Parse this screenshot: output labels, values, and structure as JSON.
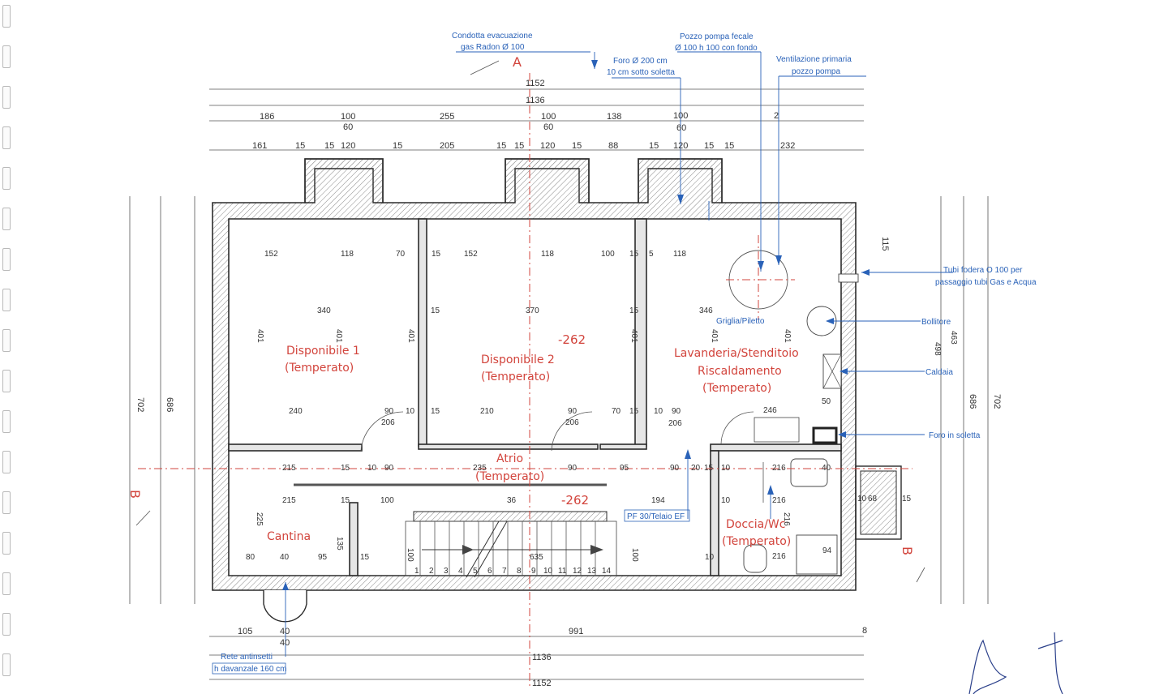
{
  "section_marks": {
    "a": "A",
    "b_left": "B",
    "b_right": "B"
  },
  "notes": {
    "radon": [
      "Condotta evacuazione",
      "gas Radon Ø 100"
    ],
    "hole200": [
      "Foro Ø 200 cm",
      "10 cm sotto soletta"
    ],
    "pit": [
      "Pozzo pompa fecale",
      "Ø 100 h 100 con fondo"
    ],
    "vent": [
      "Ventilazione primaria",
      "pozzo pompa"
    ],
    "tubes": [
      "Tubi fodera O 100 per",
      "passaggio tubi Gas e Acqua"
    ],
    "bollitore": "Bollitore",
    "caldaia": "Caldaia",
    "foro_soletta": "Foro in soletta",
    "rete": [
      "Rete antinsetti",
      "h davanzale 160 cm"
    ],
    "griglia": "Griglia/Piletto",
    "pf": "PF 30/Telaio EF"
  },
  "rooms": {
    "disp1": [
      "Disponibile 1",
      "(Temperato)"
    ],
    "disp2": [
      "Disponibile 2",
      "(Temperato)"
    ],
    "lav": [
      "Lavanderia/Stenditoio",
      "Riscaldamento",
      "(Temperato)"
    ],
    "atrio": [
      "Atrio",
      "(Temperato)"
    ],
    "cantina": "Cantina",
    "doccia": [
      "Doccia/Wc",
      "(Temperato)"
    ]
  },
  "levels": {
    "l1": "-262",
    "l2": "-262"
  },
  "dims_top": {
    "d1152": "1152",
    "d1136": "1136",
    "row2": [
      "186",
      "100",
      "60",
      "255",
      "100",
      "60",
      "138",
      "100",
      "60",
      "2"
    ],
    "row3": [
      "161",
      "15",
      "15",
      "120",
      "15",
      "205",
      "15",
      "15",
      "120",
      "15",
      "88",
      "15",
      "120",
      "15",
      "15",
      "232"
    ]
  },
  "dims_bottom": {
    "row1": [
      "105",
      "40",
      "40",
      "991",
      "8"
    ],
    "d1136": "1136",
    "d1152": "1152"
  },
  "dims_side": {
    "left_702": "702",
    "left_686": "686",
    "right_686": "686",
    "right_702": "702",
    "right_115": "115"
  },
  "dims_inner": {
    "h1": [
      "152",
      "118",
      "70",
      "15",
      "152",
      "118",
      "100",
      "15",
      "5",
      "118"
    ],
    "h2": [
      "340",
      "15",
      "370",
      "15",
      "346"
    ],
    "h3": [
      "240",
      "90",
      "206",
      "10",
      "15",
      "210",
      "90",
      "206",
      "70",
      "15",
      "10",
      "90",
      "206",
      "246",
      "50"
    ],
    "h4": [
      "215",
      "15",
      "10",
      "90",
      "235",
      "90",
      "95",
      "90",
      "20",
      "15",
      "10",
      "216",
      "40"
    ],
    "h5": [
      "215",
      "15",
      "100",
      "36",
      "194",
      "10",
      "216",
      "10",
      "68",
      "15"
    ],
    "h6": [
      "80",
      "40",
      "95",
      "15",
      "635",
      "10",
      "216",
      "94"
    ],
    "v": [
      "401",
      "401",
      "401",
      "401",
      "401",
      "401",
      "463",
      "498",
      "225",
      "135",
      "100",
      "100",
      "216"
    ],
    "stair": [
      "1",
      "2",
      "3",
      "4",
      "5",
      "6",
      "7",
      "8",
      "9",
      "10",
      "11",
      "12",
      "13",
      "14"
    ]
  }
}
